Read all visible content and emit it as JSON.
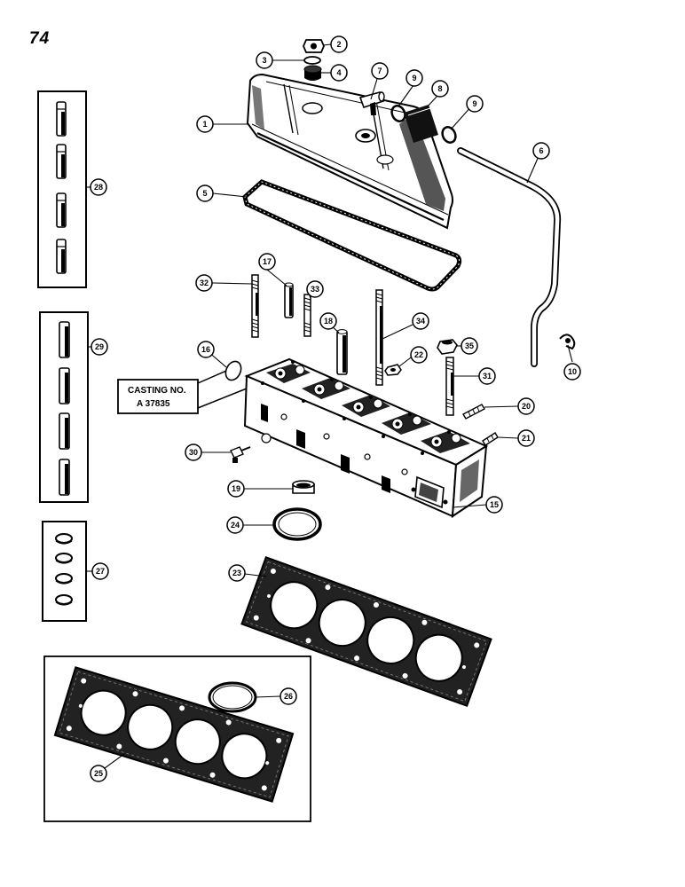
{
  "page_number": "74",
  "casting_label": {
    "line1": "CASTING NO.",
    "line2": "A 37835"
  },
  "callouts": {
    "c1": "1",
    "c2": "2",
    "c3": "3",
    "c4": "4",
    "c5": "5",
    "c6": "6",
    "c7": "7",
    "c8": "8",
    "c9a": "9",
    "c9b": "9",
    "c10": "10",
    "c15": "15",
    "c16": "16",
    "c17": "17",
    "c18": "18",
    "c19": "19",
    "c20": "20",
    "c21": "21",
    "c22": "22",
    "c23": "23",
    "c24": "24",
    "c25": "25",
    "c26": "26",
    "c27": "27",
    "c28": "28",
    "c29": "29",
    "c30": "30",
    "c31": "31",
    "c32": "32",
    "c33": "33",
    "c34": "34",
    "c35": "35"
  }
}
